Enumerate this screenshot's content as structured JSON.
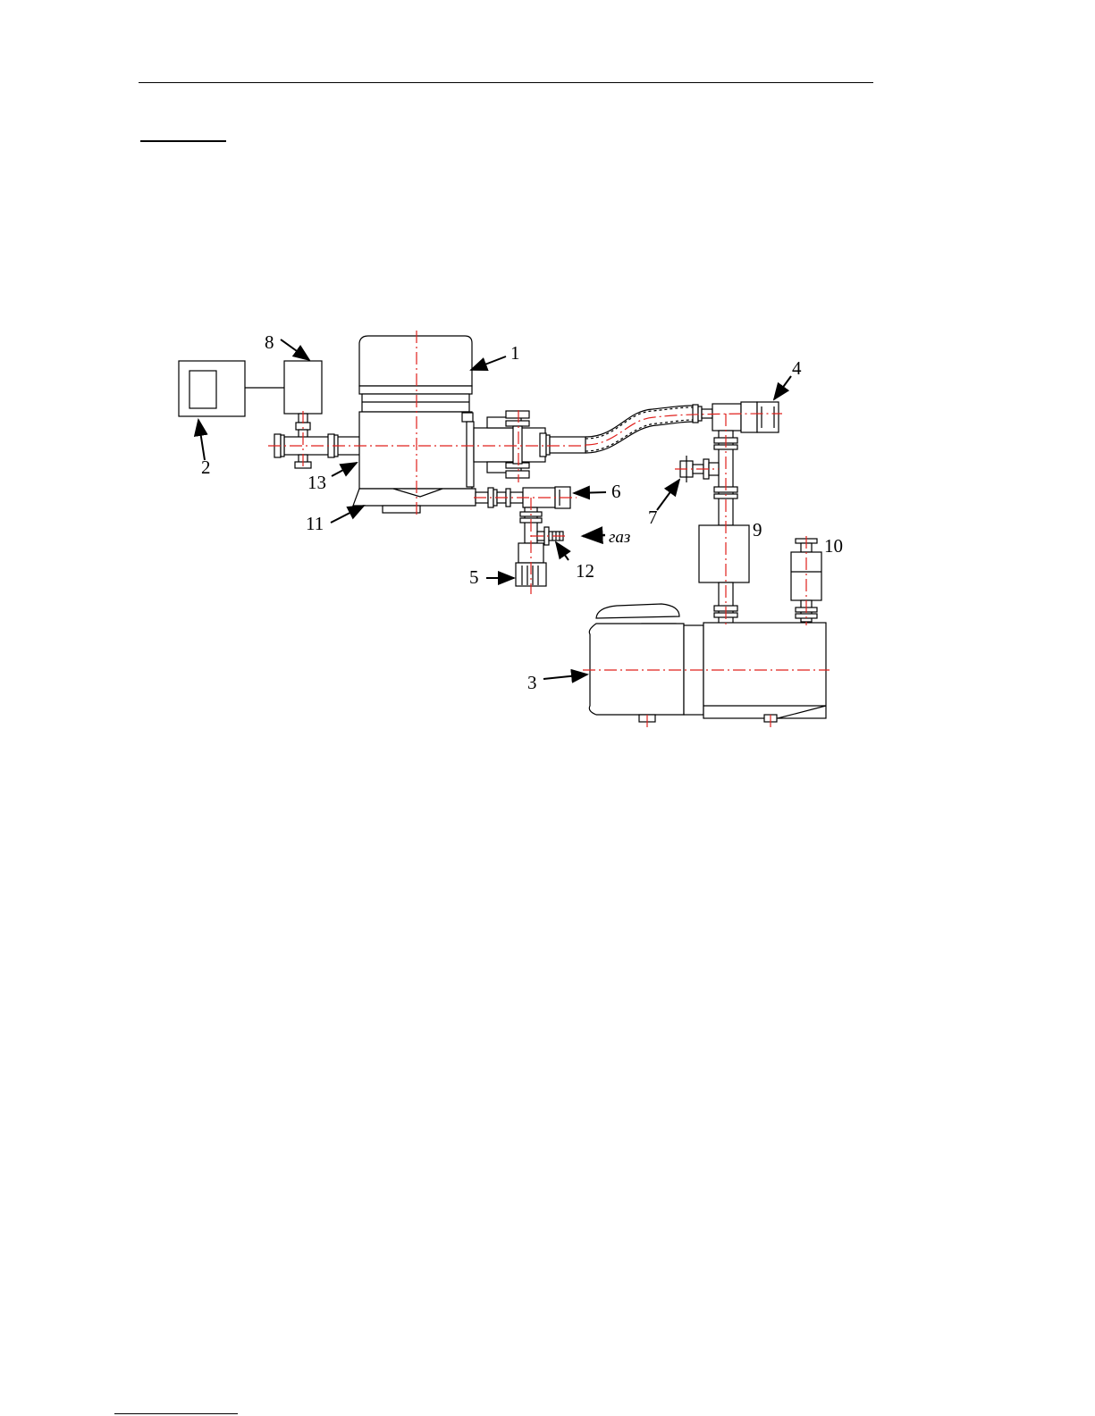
{
  "diagram": {
    "labels": {
      "l1": "1",
      "l2": "2",
      "l3": "3",
      "l4": "4",
      "l5": "5",
      "l6": "6",
      "l7": "7",
      "l8": "8",
      "l9": "9",
      "l10": "10",
      "l11": "11",
      "l12": "12",
      "l13": "13",
      "gas": "газ"
    },
    "colors": {
      "axis": "#e0201c",
      "line": "#000000"
    }
  }
}
